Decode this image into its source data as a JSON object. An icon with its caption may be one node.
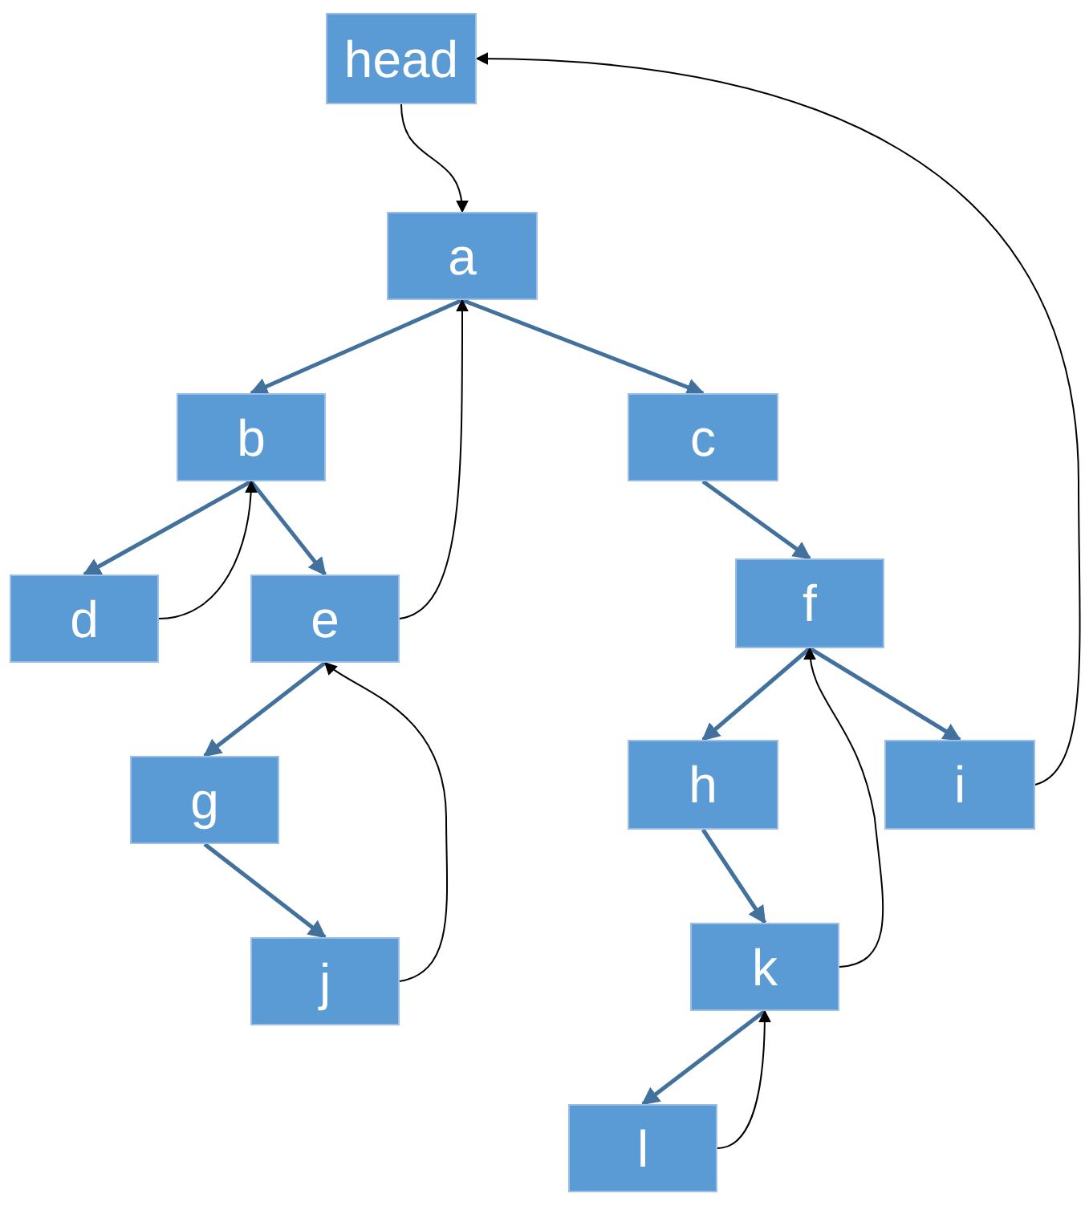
{
  "diagram": {
    "nodes": [
      {
        "text": [
          "head"
        ]
      },
      {
        "text": [
          "a"
        ]
      },
      {
        "text": [
          "b"
        ]
      },
      {
        "text": [
          "c"
        ]
      },
      {
        "text": [
          "d"
        ]
      },
      {
        "text": [
          "e"
        ]
      },
      {
        "text": [
          "f"
        ]
      },
      {
        "text": [
          "g"
        ]
      },
      {
        "text": [
          "h"
        ]
      },
      {
        "text": [
          "i"
        ]
      },
      {
        "text": [
          "j"
        ]
      },
      {
        "text": [
          "k"
        ]
      },
      {
        "text": [
          "l"
        ]
      }
    ],
    "edges": [
      {
        "from": 0,
        "to": 1,
        "arrow": "to",
        "color": "#000000"
      },
      {
        "from": 1,
        "to": 2,
        "arrow": "to"
      },
      {
        "from": 1,
        "to": 3,
        "arrow": "to"
      },
      {
        "from": 2,
        "to": 4,
        "arrow": "to"
      },
      {
        "from": 2,
        "to": 5,
        "arrow": "to"
      },
      {
        "from": 4,
        "to": 2,
        "arrow": "to",
        "color": "#000000"
      },
      {
        "from": 5,
        "to": 1,
        "arrow": "to",
        "color": "#000000"
      },
      {
        "from": 3,
        "to": 6,
        "arrow": "to"
      },
      {
        "from": 5,
        "to": 7,
        "arrow": "to"
      },
      {
        "from": 6,
        "to": 8,
        "arrow": "to"
      },
      {
        "from": 6,
        "to": 9,
        "arrow": "to"
      },
      {
        "from": 7,
        "to": 10,
        "arrow": "to"
      },
      {
        "from": 10,
        "to": 5,
        "arrow": "to",
        "color": "#000000"
      },
      {
        "from": 8,
        "to": 11,
        "arrow": "to"
      },
      {
        "from": 11,
        "to": 6,
        "arrow": "to",
        "color": "#000000"
      },
      {
        "from": 9,
        "to": 0,
        "arrow": "to",
        "color": "#000000"
      },
      {
        "from": 11,
        "to": 12,
        "arrow": "to"
      },
      {
        "from": 12,
        "to": 11,
        "arrow": "to",
        "color": "#000000"
      }
    ]
  }
}
